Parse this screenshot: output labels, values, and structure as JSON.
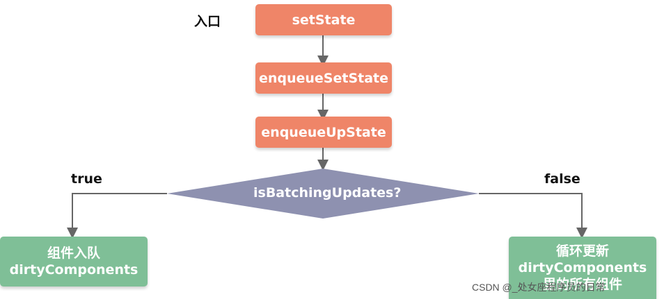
{
  "diagram": {
    "entry_label": "入口",
    "set_state": "setState",
    "enqueue_set_state": "enqueueSetState",
    "enqueue_up_state": "enqueueUpState",
    "decision": "isBatchingUpdates?",
    "true_label": "true",
    "false_label": "false",
    "true_box": {
      "line1": "组件入队",
      "line2": "dirtyComponents"
    },
    "false_box": {
      "line1": "循环更新",
      "line2": "dirtyComponents",
      "line3": "里的所有组件"
    }
  },
  "watermark": "CSDN @_处女座程序员的日常",
  "colors": {
    "process_box": "#ef8568",
    "decision": "#8e91b0",
    "result_box": "#7fbf97",
    "connector": "#666666"
  }
}
